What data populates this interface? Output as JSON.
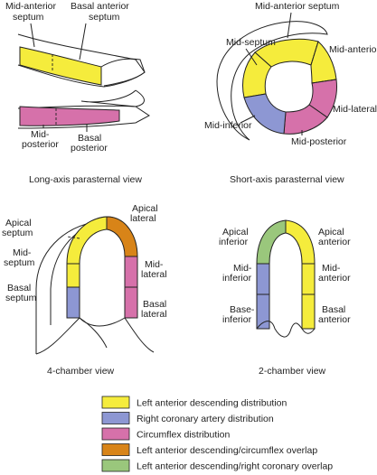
{
  "colors": {
    "lad": "#f5ec3c",
    "rca": "#8d97d3",
    "cx": "#d671aa",
    "lad_cx": "#d88418",
    "lad_rca": "#9ac77c"
  },
  "long_axis": {
    "caption": "Long-axis parasternal view",
    "mid_anterior_septum": [
      "Mid-anterior",
      "septum"
    ],
    "basal_anterior_septum": [
      "Basal anterior",
      "septum"
    ],
    "mid_posterior": [
      "Mid-",
      "posterior"
    ],
    "basal_posterior": [
      "Basal",
      "posterior"
    ]
  },
  "short_axis": {
    "caption": "Short-axis parasternal view",
    "mid_anterior_septum": "Mid-anterior septum",
    "mid_septum": "Mid-septum",
    "mid_anterior": "Mid-anterior",
    "mid_lateral": "Mid-lateral",
    "mid_inferior": "Mid-inferior",
    "mid_posterior": "Mid-posterior"
  },
  "four_chamber": {
    "caption": "4-chamber view",
    "apical_septum": [
      "Apical",
      "septum"
    ],
    "mid_septum": [
      "Mid-",
      "septum"
    ],
    "basal_septum": [
      "Basal",
      "septum"
    ],
    "apical_lateral": [
      "Apical",
      "lateral"
    ],
    "mid_lateral": [
      "Mid-",
      "lateral"
    ],
    "basal_lateral": [
      "Basal",
      "lateral"
    ]
  },
  "two_chamber": {
    "caption": "2-chamber view",
    "apical_inferior": [
      "Apical",
      "inferior"
    ],
    "mid_inferior": [
      "Mid-",
      "inferior"
    ],
    "base_inferior": [
      "Base-",
      "inferior"
    ],
    "apical_anterior": [
      "Apical",
      "anterior"
    ],
    "mid_anterior": [
      "Mid-",
      "anterior"
    ],
    "basal_anterior": [
      "Basal",
      "anterior"
    ]
  },
  "legend": [
    {
      "label": "Left anterior descending distribution",
      "color_key": "lad"
    },
    {
      "label": "Right coronary artery distribution",
      "color_key": "rca"
    },
    {
      "label": "Circumflex distribution",
      "color_key": "cx"
    },
    {
      "label": "Left anterior descending/circumflex overlap",
      "color_key": "lad_cx"
    },
    {
      "label": "Left anterior descending/right coronary overlap",
      "color_key": "lad_rca"
    }
  ]
}
